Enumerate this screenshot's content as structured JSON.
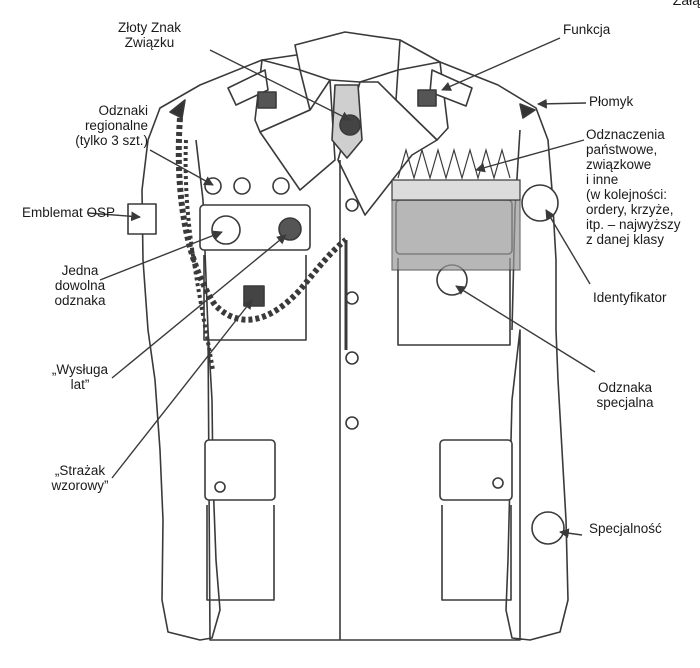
{
  "corner_text": "Załą",
  "labels": {
    "zloty_znak": "Złoty Znak\nZwiązku",
    "funkcja": "Funkcja",
    "plomyk": "Płomyk",
    "odznaki_regionalne": "Odznaki\nregionalne\n(tylko 3 szt.)",
    "odznaczenia": "Odznaczenia\npaństwowe,\nzwiązkowe\ni inne\n(w kolejności:\nordery, krzyże,\nitp. – najwyższy\nz danej klasy",
    "emblemat_osp": "Emblemat OSP",
    "jedna_dowolna": "Jedna\ndowolna\nodznaka",
    "identyfikator": "Identyfikator",
    "wysluga": "„Wysługa\nlat”",
    "odznaka_specjalna": "Odznaka\nspecjalna",
    "strazak_wzorowy": "„Strażak\nwzorowy”",
    "specjalnosc": "Specjalność"
  },
  "colors": {
    "line": "#3a3a3a",
    "text": "#1a1a1a",
    "fill": "#ffffff"
  }
}
